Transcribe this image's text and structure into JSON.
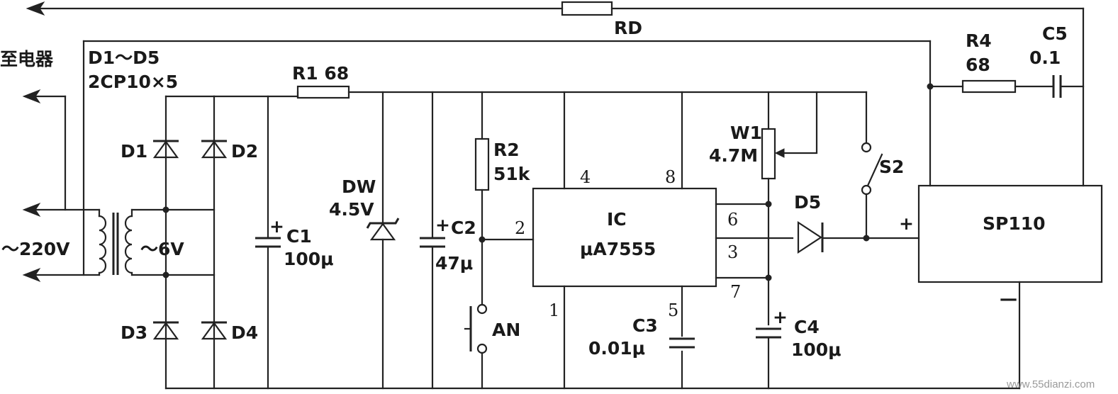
{
  "labels": {
    "to_appliance": "至电器",
    "fuse": "RD",
    "diode_group": "D1～D5",
    "diode_group_part": "2CP10×5",
    "d1": "D1",
    "d2": "D2",
    "d3": "D3",
    "d4": "D4",
    "mains": "～220V",
    "secondary": "～6V",
    "c1": "C1",
    "c1_val": "100μ",
    "r1": "R1 68",
    "dw": "DW",
    "dw_val": "4.5V",
    "c2": "C2",
    "c2_val": "47μ",
    "r2": "R2",
    "r2_val": "51k",
    "an": "AN",
    "ic": "IC",
    "ic_part": "μA7555",
    "pin1": "1",
    "pin2": "2",
    "pin3": "3",
    "pin4": "4",
    "pin5": "5",
    "pin6": "6",
    "pin7": "7",
    "pin8": "8",
    "c3": "C3",
    "c3_val": "0.01μ",
    "w1": "W1",
    "w1_val": "4.7M",
    "c4": "C4",
    "c4_val": "100μ",
    "d5": "D5",
    "s2": "S2",
    "r4": "R4",
    "r4_val": "68",
    "c5": "C5",
    "c5_val": "0.1",
    "sp110": "SP110",
    "plus": "+",
    "minus": "—",
    "plus_c1": "+",
    "plus_c2": "+",
    "plus_c4": "+",
    "watermark": "www.55dianzi.com"
  }
}
